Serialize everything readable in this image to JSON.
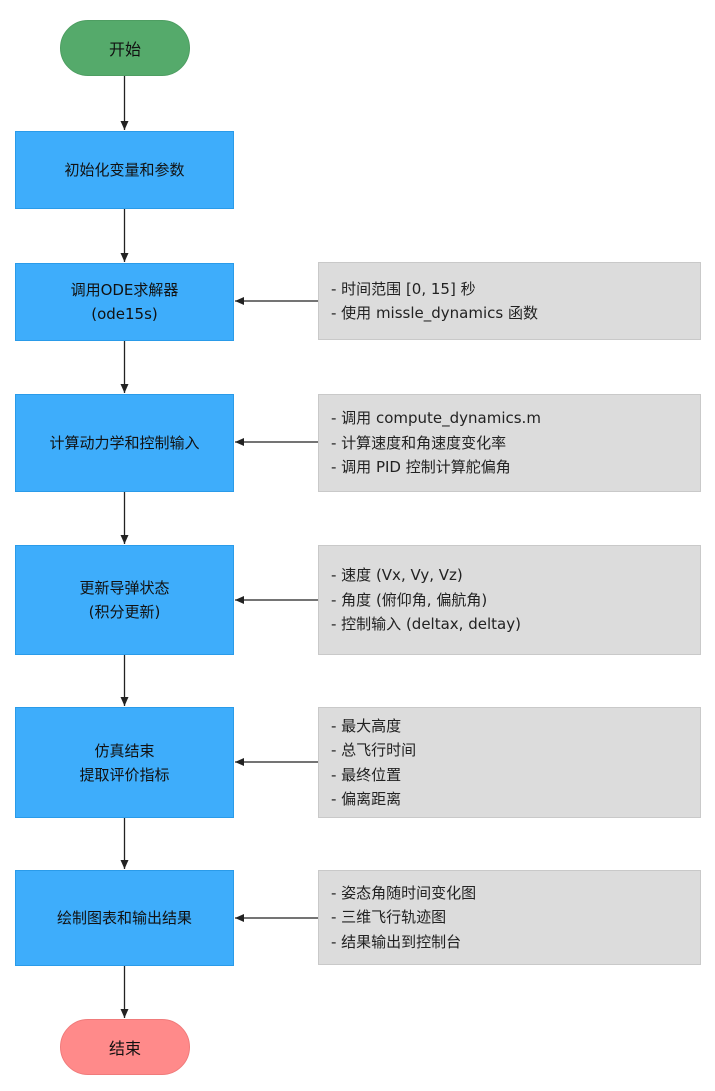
{
  "flowchart": {
    "start_label": "开始",
    "end_label": "结束",
    "steps": [
      {
        "lines": [
          "初始化变量和参数"
        ]
      },
      {
        "lines": [
          "调用ODE求解器",
          "(ode15s)"
        ]
      },
      {
        "lines": [
          "计算动力学和控制输入"
        ]
      },
      {
        "lines": [
          "更新导弹状态",
          "(积分更新)"
        ]
      },
      {
        "lines": [
          "仿真结束",
          "提取评价指标"
        ]
      },
      {
        "lines": [
          "绘制图表和输出结果"
        ]
      }
    ],
    "notes": [
      {
        "items": [
          "- 时间范围 [0, 15] 秒",
          "- 使用 missle_dynamics 函数"
        ]
      },
      {
        "items": [
          "- 调用 compute_dynamics.m",
          "- 计算速度和角速度变化率",
          "- 调用 PID 控制计算舵偏角"
        ]
      },
      {
        "items": [
          "- 速度 (Vx, Vy, Vz)",
          "- 角度 (俯仰角, 偏航角)",
          "- 控制输入 (deltax, deltay)"
        ]
      },
      {
        "items": [
          "- 最大高度",
          "- 总飞行时间",
          "- 最终位置",
          "- 偏离距离"
        ]
      },
      {
        "items": [
          "- 姿态角随时间变化图",
          "- 三维飞行轨迹图",
          "- 结果输出到控制台"
        ]
      }
    ]
  },
  "colors": {
    "start_fill": "#55aa6b",
    "end_fill": "#ff8a8a",
    "step_fill": "#3eadfb",
    "note_fill": "#dcdcdc",
    "arrow": "#222222"
  }
}
